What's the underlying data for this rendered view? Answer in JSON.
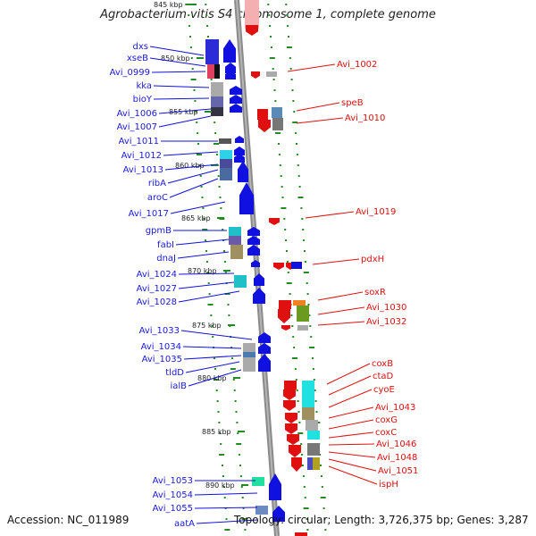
{
  "title": "Agrobacterium vitis S4 chromosome 1, complete genome",
  "footer": {
    "accession": "Accession: NC_011989",
    "info": "Topology: circular; Length: 3,726,375 bp; Genes: 3,287"
  },
  "scale_labels": [
    "845 kbp",
    "850 kbp",
    "855 kbp",
    "860 kbp",
    "865 kbp",
    "870 kbp",
    "875 kbp",
    "880 kbp",
    "885 kbp",
    "890 kbp"
  ],
  "left_genes": [
    "dxs",
    "xseB",
    "Avi_0999",
    "kka",
    "bioY",
    "Avi_1006",
    "Avi_1007",
    "Avi_1011",
    "Avi_1012",
    "Avi_1013",
    "ribA",
    "aroC",
    "Avi_1017",
    "gpmB",
    "fabI",
    "dnaJ",
    "Avi_1024",
    "Avi_1027",
    "Avi_1028",
    "Avi_1033",
    "Avi_1034",
    "Avi_1035",
    "tldD",
    "ialB",
    "Avi_1053",
    "Avi_1054",
    "Avi_1055",
    "aatA"
  ],
  "right_genes": [
    "Avi_1002",
    "speB",
    "Avi_1010",
    "Avi_1019",
    "pdxH",
    "soxR",
    "Avi_1030",
    "Avi_1032",
    "coxB",
    "ctaD",
    "cyoE",
    "Avi_1043",
    "coxG",
    "coxC",
    "Avi_1046",
    "Avi_1048",
    "Avi_1051",
    "ispH"
  ],
  "colors": {
    "forward_strand": "#1010e0",
    "reverse_strand": "#e01010",
    "backbone": "#888888",
    "gc_ticks": "#228B22"
  }
}
